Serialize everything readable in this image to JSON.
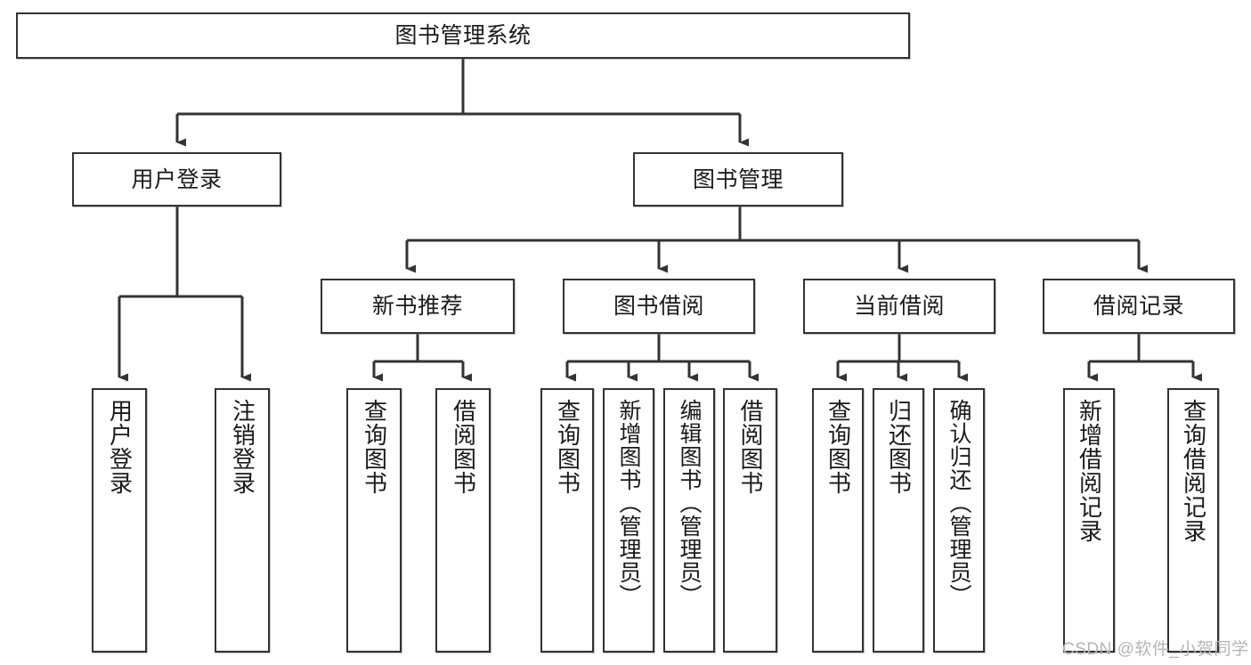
{
  "diagram": {
    "title": "图书管理系统",
    "watermark": "CSDN @软件_小贺同学",
    "line_color": "#333333",
    "box_fill": "#ffffff",
    "text_color": "#1a1a1a",
    "root": {
      "label": "图书管理系统"
    },
    "level1": [
      {
        "label": "用户登录"
      },
      {
        "label": "图书管理"
      }
    ],
    "level2": [
      {
        "label": "新书推荐"
      },
      {
        "label": "图书借阅"
      },
      {
        "label": "当前借阅"
      },
      {
        "label": "借阅记录"
      }
    ],
    "leaves": {
      "user_login": [
        {
          "label": "用户登录"
        },
        {
          "label": "注销登录"
        }
      ],
      "new_book_recommend": [
        {
          "label": "查询图书"
        },
        {
          "label": "借阅图书"
        }
      ],
      "book_borrow": [
        {
          "label": "查询图书"
        },
        {
          "label": "新增图书（管理员）"
        },
        {
          "label": "编辑图书（管理员）"
        },
        {
          "label": "借阅图书"
        }
      ],
      "current_borrow": [
        {
          "label": "查询图书"
        },
        {
          "label": "归还图书"
        },
        {
          "label": "确认归还（管理员）"
        }
      ],
      "borrow_record": [
        {
          "label": "新增借阅记录"
        },
        {
          "label": "查询借阅记录"
        }
      ]
    }
  }
}
